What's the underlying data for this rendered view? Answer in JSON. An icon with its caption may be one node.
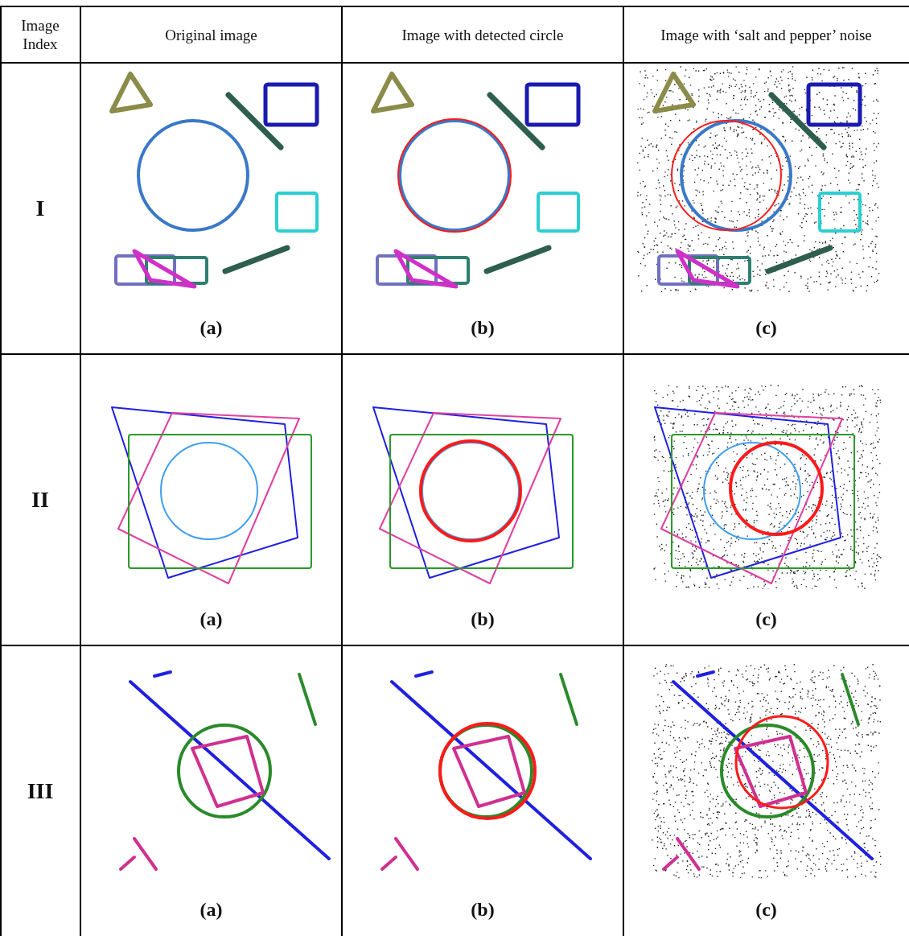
{
  "diagram": {
    "labels": [
      "Image Index",
      "Original image",
      "Image with detected circle",
      "Image with ‘salt and pepper’ noise",
      "I",
      "(a)",
      "(b)",
      "(c)",
      "II",
      "(a)",
      "(b)",
      "(c)",
      "III",
      "(a)",
      "(b)",
      "(c)"
    ]
  }
}
